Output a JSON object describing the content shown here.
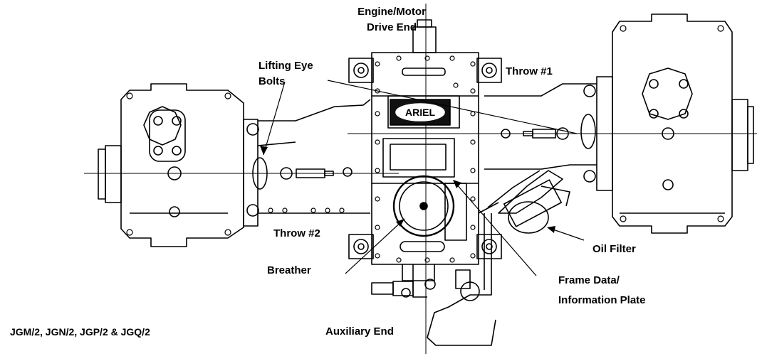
{
  "labels": {
    "engine_drive_end_line1": "Engine/Motor",
    "engine_drive_end_line2": "Drive End",
    "lifting_eye_line1": "Lifting Eye",
    "lifting_eye_line2": "Bolts",
    "throw_1": "Throw #1",
    "throw_2": "Throw #2",
    "oil_filter": "Oil Filter",
    "breather": "Breather",
    "frame_data_line1": "Frame Data/",
    "frame_data_line2": "Information  Plate",
    "auxiliary_end": "Auxiliary End",
    "model_list": "JGM/2, JGN/2, JGP/2 & JGQ/2"
  },
  "nameplate": {
    "brand": "ARIEL"
  }
}
